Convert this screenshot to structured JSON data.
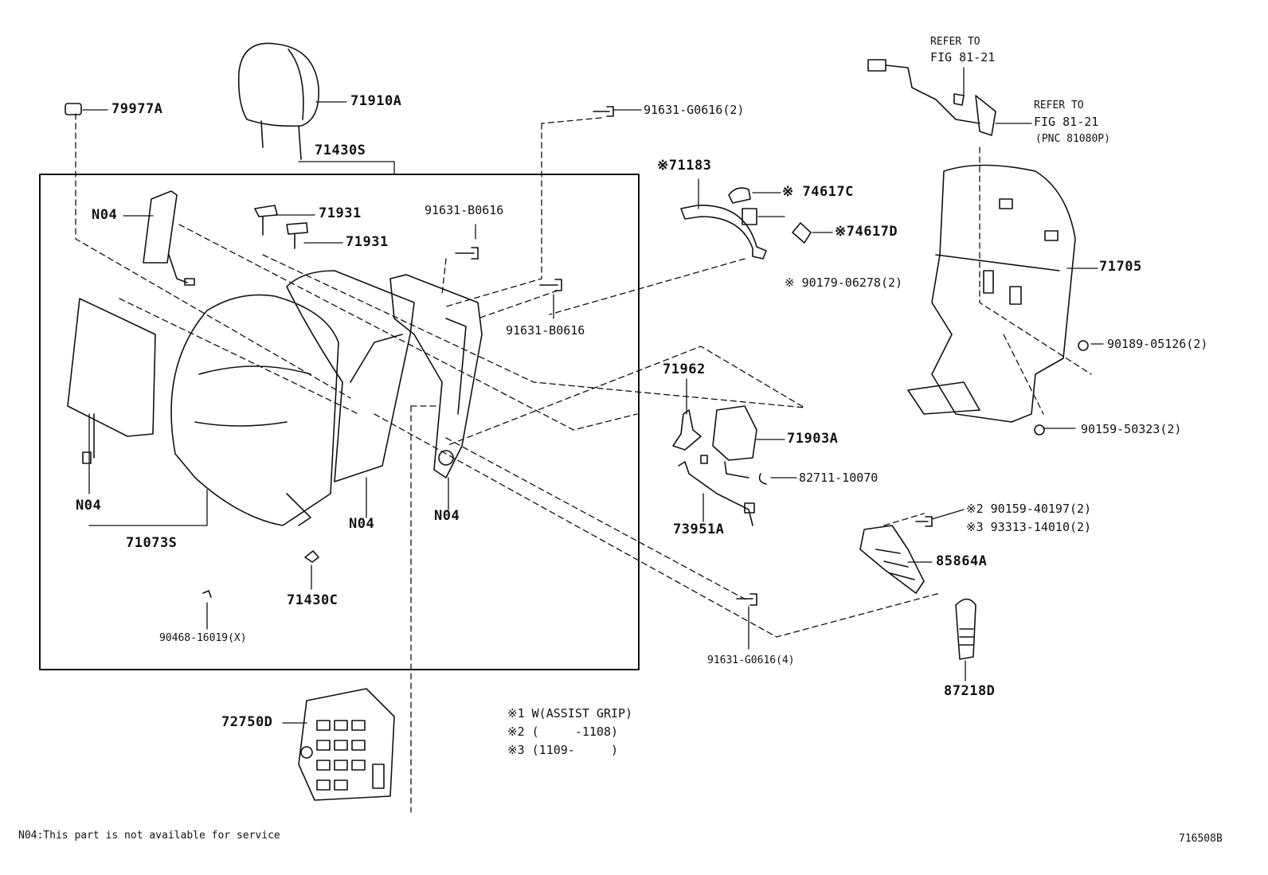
{
  "labels": {
    "p79977A": "79977A",
    "p71910A": "71910A",
    "p71430S": "71430S",
    "n04_a": "N04",
    "p71931_a": "71931",
    "p71931_b": "71931",
    "p91631_B0616_a": "91631-B0616",
    "p91631_B0616_b": "91631-B0616",
    "p91631_G0616_2": "91631-G0616(2)",
    "n04_b": "N04",
    "p71073S": "71073S",
    "n04_c": "N04",
    "n04_d": "N04",
    "p71430C": "71430C",
    "p90468": "90468-16019(X)",
    "p71183": "※71183",
    "p74617C": "※ 74617C",
    "p74617D": "※74617D",
    "p90179": "※ 90179-06278(2)",
    "p71962": "71962",
    "p71903A": "71903A",
    "p82711": "82711-10070",
    "p73951A": "73951A",
    "p91631_G0616_4": "91631-G0616(4)",
    "p90159_40197": "※2 90159-40197(2)",
    "p93313": "※3 93313-14010(2)",
    "p85864A": "85864A",
    "p87218D": "87218D",
    "p72750D": "72750D",
    "p71705": "71705",
    "p90189": "90189-05126(2)",
    "p90159_50323": "90159-50323(2)",
    "refer1_a": "REFER TO",
    "refer1_b": "FIG 81-21",
    "refer2_a": "REFER TO",
    "refer2_b": "FIG 81-21",
    "refer2_c": "(PNC 81080P)"
  },
  "notes": {
    "n1": "※1 W(ASSIST GRIP)",
    "n2": "※2 (     -1108)",
    "n3": "※3 (1109-     )"
  },
  "footer": {
    "legend": "N04:This part is not available for service",
    "figure_id": "716508B"
  }
}
